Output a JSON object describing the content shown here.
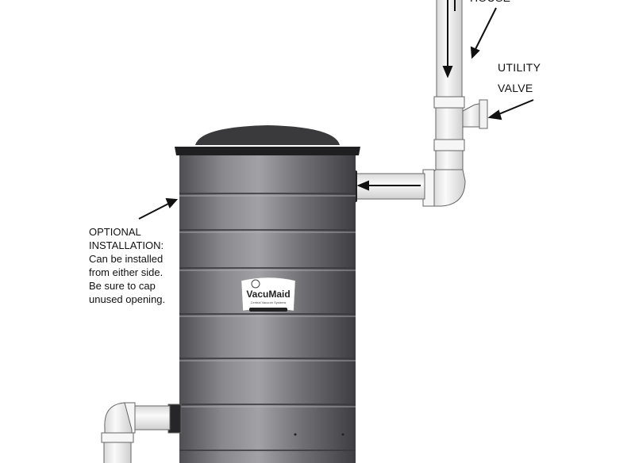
{
  "labels": {
    "house": "HOUSE",
    "utility_valve": [
      "UTILITY",
      "VALVE"
    ],
    "optional_installation": [
      "OPTIONAL",
      "INSTALLATION:",
      "Can be installed",
      "from either side.",
      "Be sure to cap",
      "unused opening."
    ]
  },
  "logo": {
    "brand": "VacuMaid",
    "tagline": "Central Vacuum Systems"
  },
  "colors": {
    "canister": "#6e6e72",
    "lid": "#2e2e30",
    "pipe": "#f4f4f4",
    "outline": "#555555"
  }
}
